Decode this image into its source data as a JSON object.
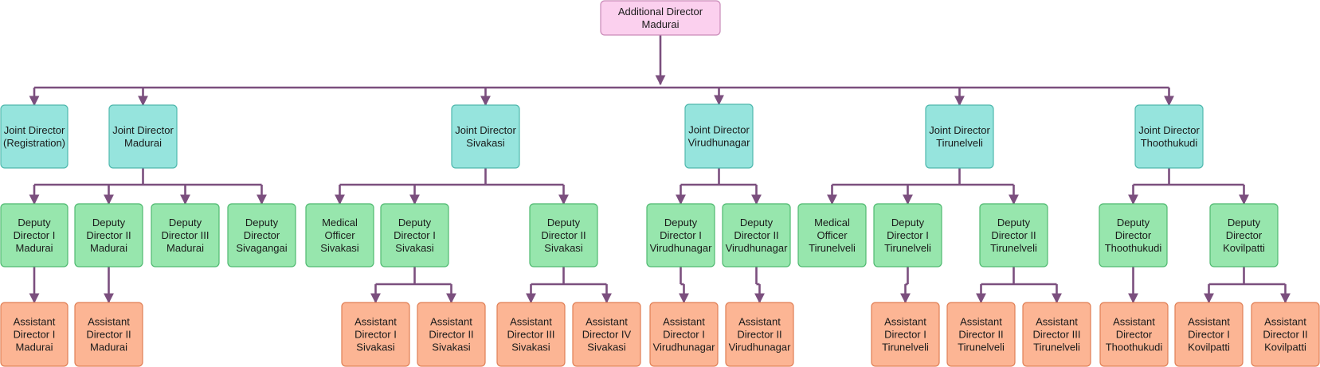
{
  "colors": {
    "connector": "#7b4f7e",
    "root_fill": "#fbd0ee",
    "root_stroke": "#c98ab8",
    "joint_fill": "#96e4dd",
    "joint_stroke": "#4fb8ad",
    "deputy_fill": "#97e6ad",
    "deputy_stroke": "#4fb970",
    "assistant_fill": "#fcb594",
    "assistant_stroke": "#e07f55"
  },
  "nodes": {
    "root": {
      "lines": [
        "Additional Director",
        "Madurai"
      ]
    },
    "jd_reg": {
      "lines": [
        "Joint Director",
        "(Registration)"
      ]
    },
    "jd_mdu": {
      "lines": [
        "Joint Director",
        "Madurai"
      ]
    },
    "jd_svk": {
      "lines": [
        "Joint Director",
        "Sivakasi"
      ]
    },
    "jd_vnr": {
      "lines": [
        "Joint Director",
        "Virudhunagar"
      ]
    },
    "jd_tvl": {
      "lines": [
        "Joint Director",
        "Tirunelveli"
      ]
    },
    "jd_tut": {
      "lines": [
        "Joint Director",
        "Thoothukudi"
      ]
    },
    "dd_mdu1": {
      "lines": [
        "Deputy",
        "Director I",
        "Madurai"
      ]
    },
    "dd_mdu2": {
      "lines": [
        "Deputy",
        "Director  II",
        "Madurai"
      ]
    },
    "dd_mdu3": {
      "lines": [
        "Deputy",
        "Director  III",
        "Madurai"
      ]
    },
    "dd_svg": {
      "lines": [
        "Deputy",
        "Director",
        "Sivagangai"
      ]
    },
    "mo_svk": {
      "lines": [
        "Medical",
        "Officer",
        "Sivakasi"
      ]
    },
    "dd_svk1": {
      "lines": [
        "Deputy",
        "Director I",
        "Sivakasi"
      ]
    },
    "dd_svk2": {
      "lines": [
        "Deputy",
        "Director II",
        "Sivakasi"
      ]
    },
    "dd_vnr1": {
      "lines": [
        "Deputy",
        "Director I",
        "Virudhunagar"
      ]
    },
    "dd_vnr2": {
      "lines": [
        "Deputy",
        "Director  II",
        "Virudhunagar"
      ]
    },
    "mo_tvl": {
      "lines": [
        "Medical",
        "Officer",
        "Tirunelveli"
      ]
    },
    "dd_tvl1": {
      "lines": [
        "Deputy",
        "Director I",
        "Tirunelveli"
      ]
    },
    "dd_tvl2": {
      "lines": [
        "Deputy",
        "Director II",
        "Tirunelveli"
      ]
    },
    "dd_tut": {
      "lines": [
        "Deputy",
        "Director",
        "Thoothukudi"
      ]
    },
    "dd_kvp": {
      "lines": [
        "Deputy",
        "Director",
        "Kovilpatti"
      ]
    },
    "ad_mdu1": {
      "lines": [
        "Assistant",
        "Director I",
        "Madurai"
      ]
    },
    "ad_mdu2": {
      "lines": [
        "Assistant",
        "Director II",
        "Madurai"
      ]
    },
    "ad_svk1": {
      "lines": [
        "Assistant",
        "Director I",
        "Sivakasi"
      ]
    },
    "ad_svk2": {
      "lines": [
        "Assistant",
        "Director II",
        "Sivakasi"
      ]
    },
    "ad_svk3": {
      "lines": [
        "Assistant",
        "Director III",
        "Sivakasi"
      ]
    },
    "ad_svk4": {
      "lines": [
        "Assistant",
        "Director IV",
        "Sivakasi"
      ]
    },
    "ad_vnr1": {
      "lines": [
        "Assistant",
        "Director I",
        "Virudhunagar"
      ]
    },
    "ad_vnr2": {
      "lines": [
        "Assistant",
        "Director II",
        "Virudhunagar"
      ]
    },
    "ad_tvl1": {
      "lines": [
        "Assistant",
        "Director I",
        "Tirunelveli"
      ]
    },
    "ad_tvl2": {
      "lines": [
        "Assistant",
        "Director II",
        "Tirunelveli"
      ]
    },
    "ad_tvl3": {
      "lines": [
        "Assistant",
        "Director III",
        "Tirunelveli"
      ]
    },
    "ad_tut": {
      "lines": [
        "Assistant",
        "Director",
        "Thoothukudi"
      ]
    },
    "ad_kvp1": {
      "lines": [
        "Assistant",
        "Director I",
        "Kovilpatti"
      ]
    },
    "ad_kvp2": {
      "lines": [
        "Assistant",
        "Director II",
        "Kovilpatti"
      ]
    }
  },
  "edges": [
    [
      "root",
      "jd_reg"
    ],
    [
      "root",
      "jd_mdu"
    ],
    [
      "root",
      "jd_svk"
    ],
    [
      "root",
      "jd_vnr"
    ],
    [
      "root",
      "jd_tvl"
    ],
    [
      "root",
      "jd_tut"
    ],
    [
      "jd_mdu",
      "dd_mdu1"
    ],
    [
      "jd_mdu",
      "dd_mdu2"
    ],
    [
      "jd_mdu",
      "dd_mdu3"
    ],
    [
      "jd_mdu",
      "dd_svg"
    ],
    [
      "jd_svk",
      "mo_svk"
    ],
    [
      "jd_svk",
      "dd_svk1"
    ],
    [
      "jd_svk",
      "dd_svk2"
    ],
    [
      "jd_vnr",
      "dd_vnr1"
    ],
    [
      "jd_vnr",
      "dd_vnr2"
    ],
    [
      "jd_tvl",
      "mo_tvl"
    ],
    [
      "jd_tvl",
      "dd_tvl1"
    ],
    [
      "jd_tvl",
      "dd_tvl2"
    ],
    [
      "jd_tut",
      "dd_tut"
    ],
    [
      "jd_tut",
      "dd_kvp"
    ],
    [
      "dd_mdu1",
      "ad_mdu1"
    ],
    [
      "dd_mdu2",
      "ad_mdu2"
    ],
    [
      "dd_svk1",
      "ad_svk1"
    ],
    [
      "dd_svk1",
      "ad_svk2"
    ],
    [
      "dd_svk2",
      "ad_svk3"
    ],
    [
      "dd_svk2",
      "ad_svk4"
    ],
    [
      "dd_vnr1",
      "ad_vnr1"
    ],
    [
      "dd_vnr2",
      "ad_vnr2"
    ],
    [
      "dd_tvl1",
      "ad_tvl1"
    ],
    [
      "dd_tvl2",
      "ad_tvl2"
    ],
    [
      "dd_tvl2",
      "ad_tvl3"
    ],
    [
      "dd_tut",
      "ad_tut"
    ],
    [
      "dd_kvp",
      "ad_kvp1"
    ],
    [
      "dd_kvp",
      "ad_kvp2"
    ]
  ]
}
